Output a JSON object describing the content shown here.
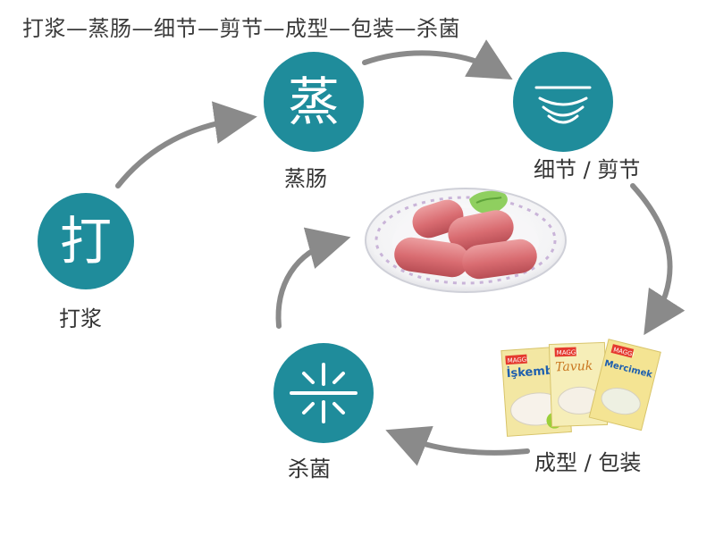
{
  "headline": "打浆—蒸肠—细节—剪节—成型—包装—杀菌",
  "colors": {
    "circle": "#1f8c9b",
    "arrow": "#8a8a8a",
    "text": "#333333"
  },
  "steps": {
    "dajiang": {
      "glyph": "打",
      "label": "打浆"
    },
    "zhengchang": {
      "glyph": "蒸",
      "label": "蒸肠"
    },
    "xijie": {
      "icon": "wave-lines-icon",
      "label": "细节 / 剪节"
    },
    "chengxing": {
      "label": "成型 / 包装"
    },
    "shajun": {
      "icon": "sparkle-icon",
      "label": "杀菌"
    }
  },
  "images": {
    "sausage": "sausage-plate-image",
    "packages": "soup-packets-image"
  },
  "package_texts": {
    "brand": "MAGGI",
    "p1": "İşkembe",
    "p2": "Tavuk",
    "p3": "Mercimek"
  }
}
